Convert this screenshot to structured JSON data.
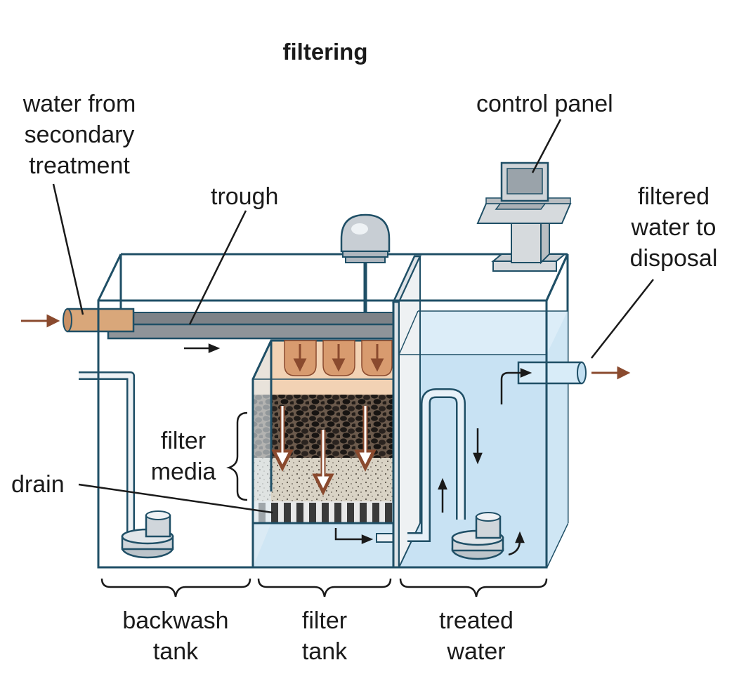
{
  "title": "filtering",
  "labels": {
    "water_from": [
      "water from",
      "secondary",
      "treatment"
    ],
    "trough": "trough",
    "control_panel": "control panel",
    "filtered_water": [
      "filtered",
      "water to",
      "disposal"
    ],
    "filter_media": [
      "filter",
      "media"
    ],
    "drain": "drain",
    "backwash_tank": [
      "backwash",
      "tank"
    ],
    "filter_tank": [
      "filter",
      "tank"
    ],
    "treated_water": [
      "treated",
      "water"
    ]
  },
  "colors": {
    "outline": "#1f4f66",
    "water": "#cfe6f4",
    "water_dark": "#b9dbef",
    "pipe_tan": "#d9a77a",
    "trough_gray": "#8f9499",
    "flow_arrow": "#8a4a2e",
    "gravel": "#2b2420",
    "sand": "#d8d2c4",
    "underdrain": "#3a3a3a"
  }
}
